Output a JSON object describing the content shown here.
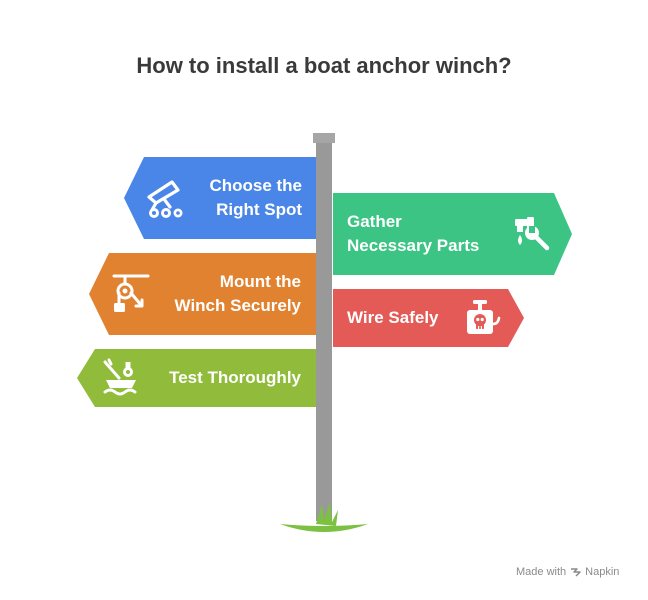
{
  "title": "How to install a boat anchor winch?",
  "signs": {
    "choose": {
      "line1": "Choose the",
      "line2": "Right Spot",
      "color": "#4a86e8",
      "icon": "cannon-icon"
    },
    "gather": {
      "line1": "Gather",
      "line2": "Necessary Parts",
      "color": "#3cc484",
      "icon": "faucet-wrench-icon"
    },
    "mount": {
      "line1": "Mount the",
      "line2": "Winch Securely",
      "color": "#e0822f",
      "icon": "pulley-icon"
    },
    "wire": {
      "line1": "Wire Safely",
      "color": "#e35a57",
      "icon": "detonator-icon"
    },
    "test": {
      "line1": "Test Thoroughly",
      "color": "#90bb3b",
      "icon": "boat-anchor-icon"
    }
  },
  "watermark": {
    "prefix": "Made with",
    "brand": "Napkin"
  }
}
